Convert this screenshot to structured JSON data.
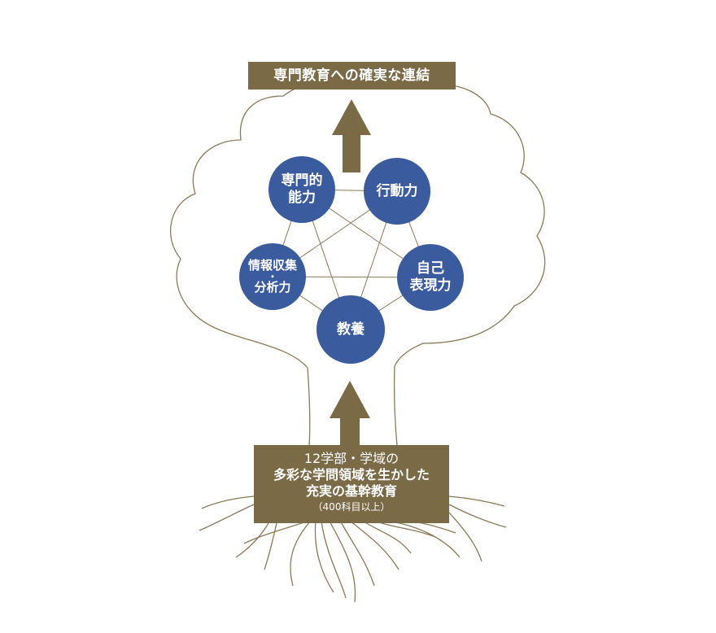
{
  "diagram": {
    "top_label": "専門教育への確実な連結",
    "foundation": {
      "line1": "12学部・学域の",
      "line2": "多彩な学問領域を生かした",
      "line3": "充実の基幹教育",
      "note": "（400科目以上）"
    },
    "nodes": {
      "senmon": {
        "line1": "専門的",
        "line2": "能力"
      },
      "kodo": {
        "line1": "行動力"
      },
      "jiko": {
        "line1": "自己",
        "line2": "表現力"
      },
      "kyoyo": {
        "line1": "教養"
      },
      "joho": {
        "line1": "情報収集",
        "sep": "・",
        "line2": "分析力"
      }
    },
    "colors": {
      "box": "#7a6a45",
      "node": "#3a5b9e",
      "outline": "#8a7a5a",
      "connector": "#8a7a5a"
    }
  }
}
